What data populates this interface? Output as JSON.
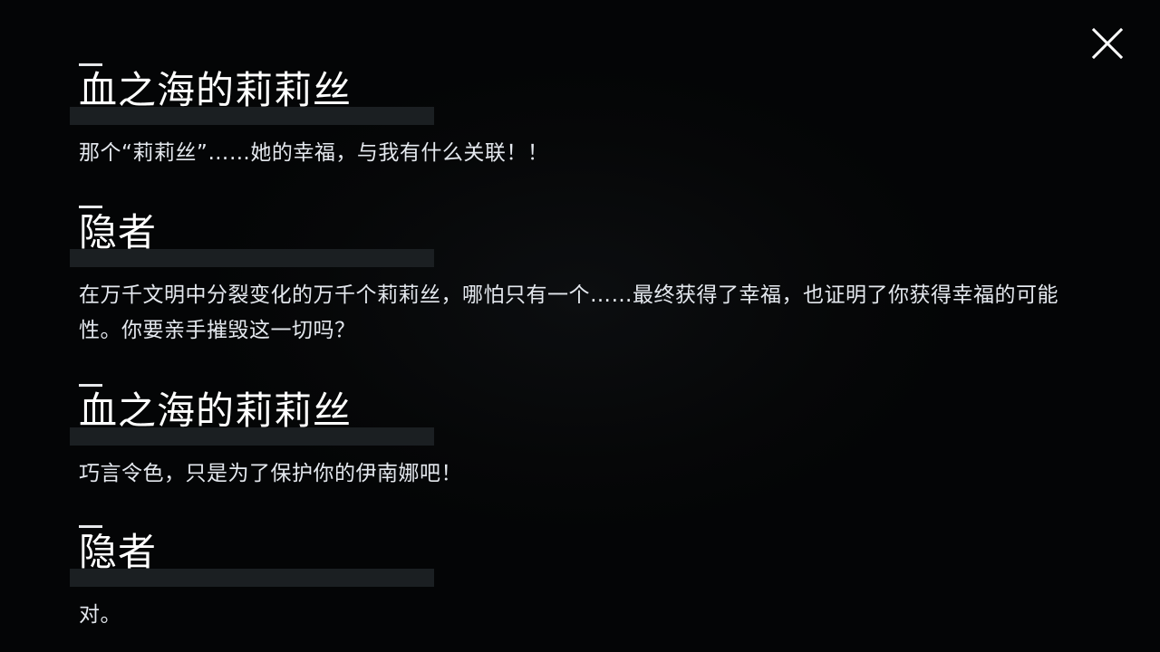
{
  "entries": [
    {
      "speaker": "血之海的莉莉丝",
      "text": "那个“莉莉丝”……她的幸福，与我有什么关联！！"
    },
    {
      "speaker": "隐者",
      "text": "在万千文明中分裂变化的万千个莉莉丝，哪怕只有一个……最终获得了幸福，也证明了你获得幸福的可能性。你要亲手摧毁这一切吗？"
    },
    {
      "speaker": "血之海的莉莉丝",
      "text": "巧言令色，只是为了保护你的伊南娜吧！"
    },
    {
      "speaker": "隐者",
      "text": "对。"
    }
  ],
  "icons": {
    "close": "close-icon"
  },
  "colors": {
    "background": "#050607",
    "speaker_bar": "#1b1f22",
    "text": "#e4e8ee",
    "accent": "#e6e8ea"
  }
}
